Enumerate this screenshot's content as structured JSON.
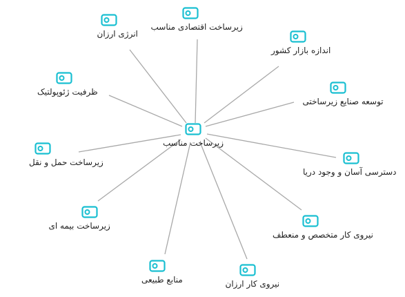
{
  "colors": {
    "accent": "#19bfd1",
    "line": "#a8a8a8",
    "text": "#222222"
  },
  "icon": "toggle-node-icon",
  "center": {
    "label": "زیرساخت مناسب"
  },
  "nodes": [
    {
      "id": "affordable-energy",
      "label": "انرژی ارزان"
    },
    {
      "id": "economic-infrastructure",
      "label": "زیرساخت اقتصادی مناسب"
    },
    {
      "id": "domestic-market-size",
      "label": "اندازه بازار کشور"
    },
    {
      "id": "infrastructure-industry-development",
      "label": "توسعه صنایع زیرساختی"
    },
    {
      "id": "easy-access-sea",
      "label": "دسترسی آسان و وجود دریا"
    },
    {
      "id": "skilled-flexible-workforce",
      "label": "نیروی کار متخصص و منعطف"
    },
    {
      "id": "cheap-labor",
      "label": "نیروی کار ارزان"
    },
    {
      "id": "natural-resources",
      "label": "منابع طبیعی"
    },
    {
      "id": "insurance-infrastructure",
      "label": "زیرساخت بیمه ای"
    },
    {
      "id": "transport-infrastructure",
      "label": "زیرساخت حمل و نقل"
    },
    {
      "id": "geopolitical-capacity",
      "label": "ظرفیت ژئوپولتیک"
    }
  ]
}
